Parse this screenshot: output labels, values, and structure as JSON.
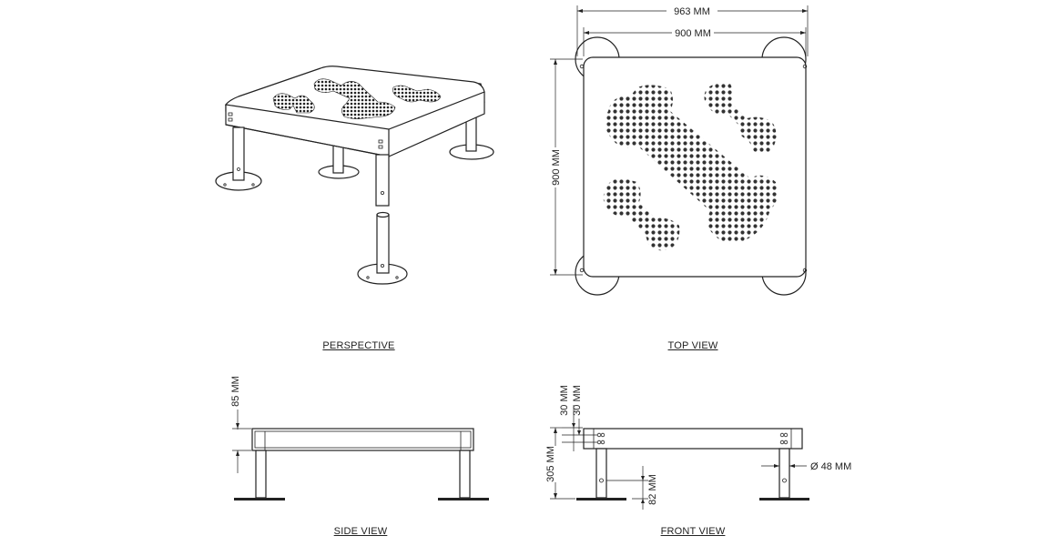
{
  "views": {
    "perspective": "PERSPECTIVE",
    "top": "TOP VIEW",
    "side": "SIDE VIEW",
    "front": "FRONT VIEW"
  },
  "dimensions": {
    "overall_width": "963 MM",
    "top_width": "900 MM",
    "top_depth": "900 MM",
    "frame_height": "85 MM",
    "bolt_spacing_1": "30 MM",
    "bolt_spacing_2": "30 MM",
    "leg_height": "305 MM",
    "lower_bolt_height": "82 MM",
    "leg_diameter": "Ø 48 MM"
  }
}
